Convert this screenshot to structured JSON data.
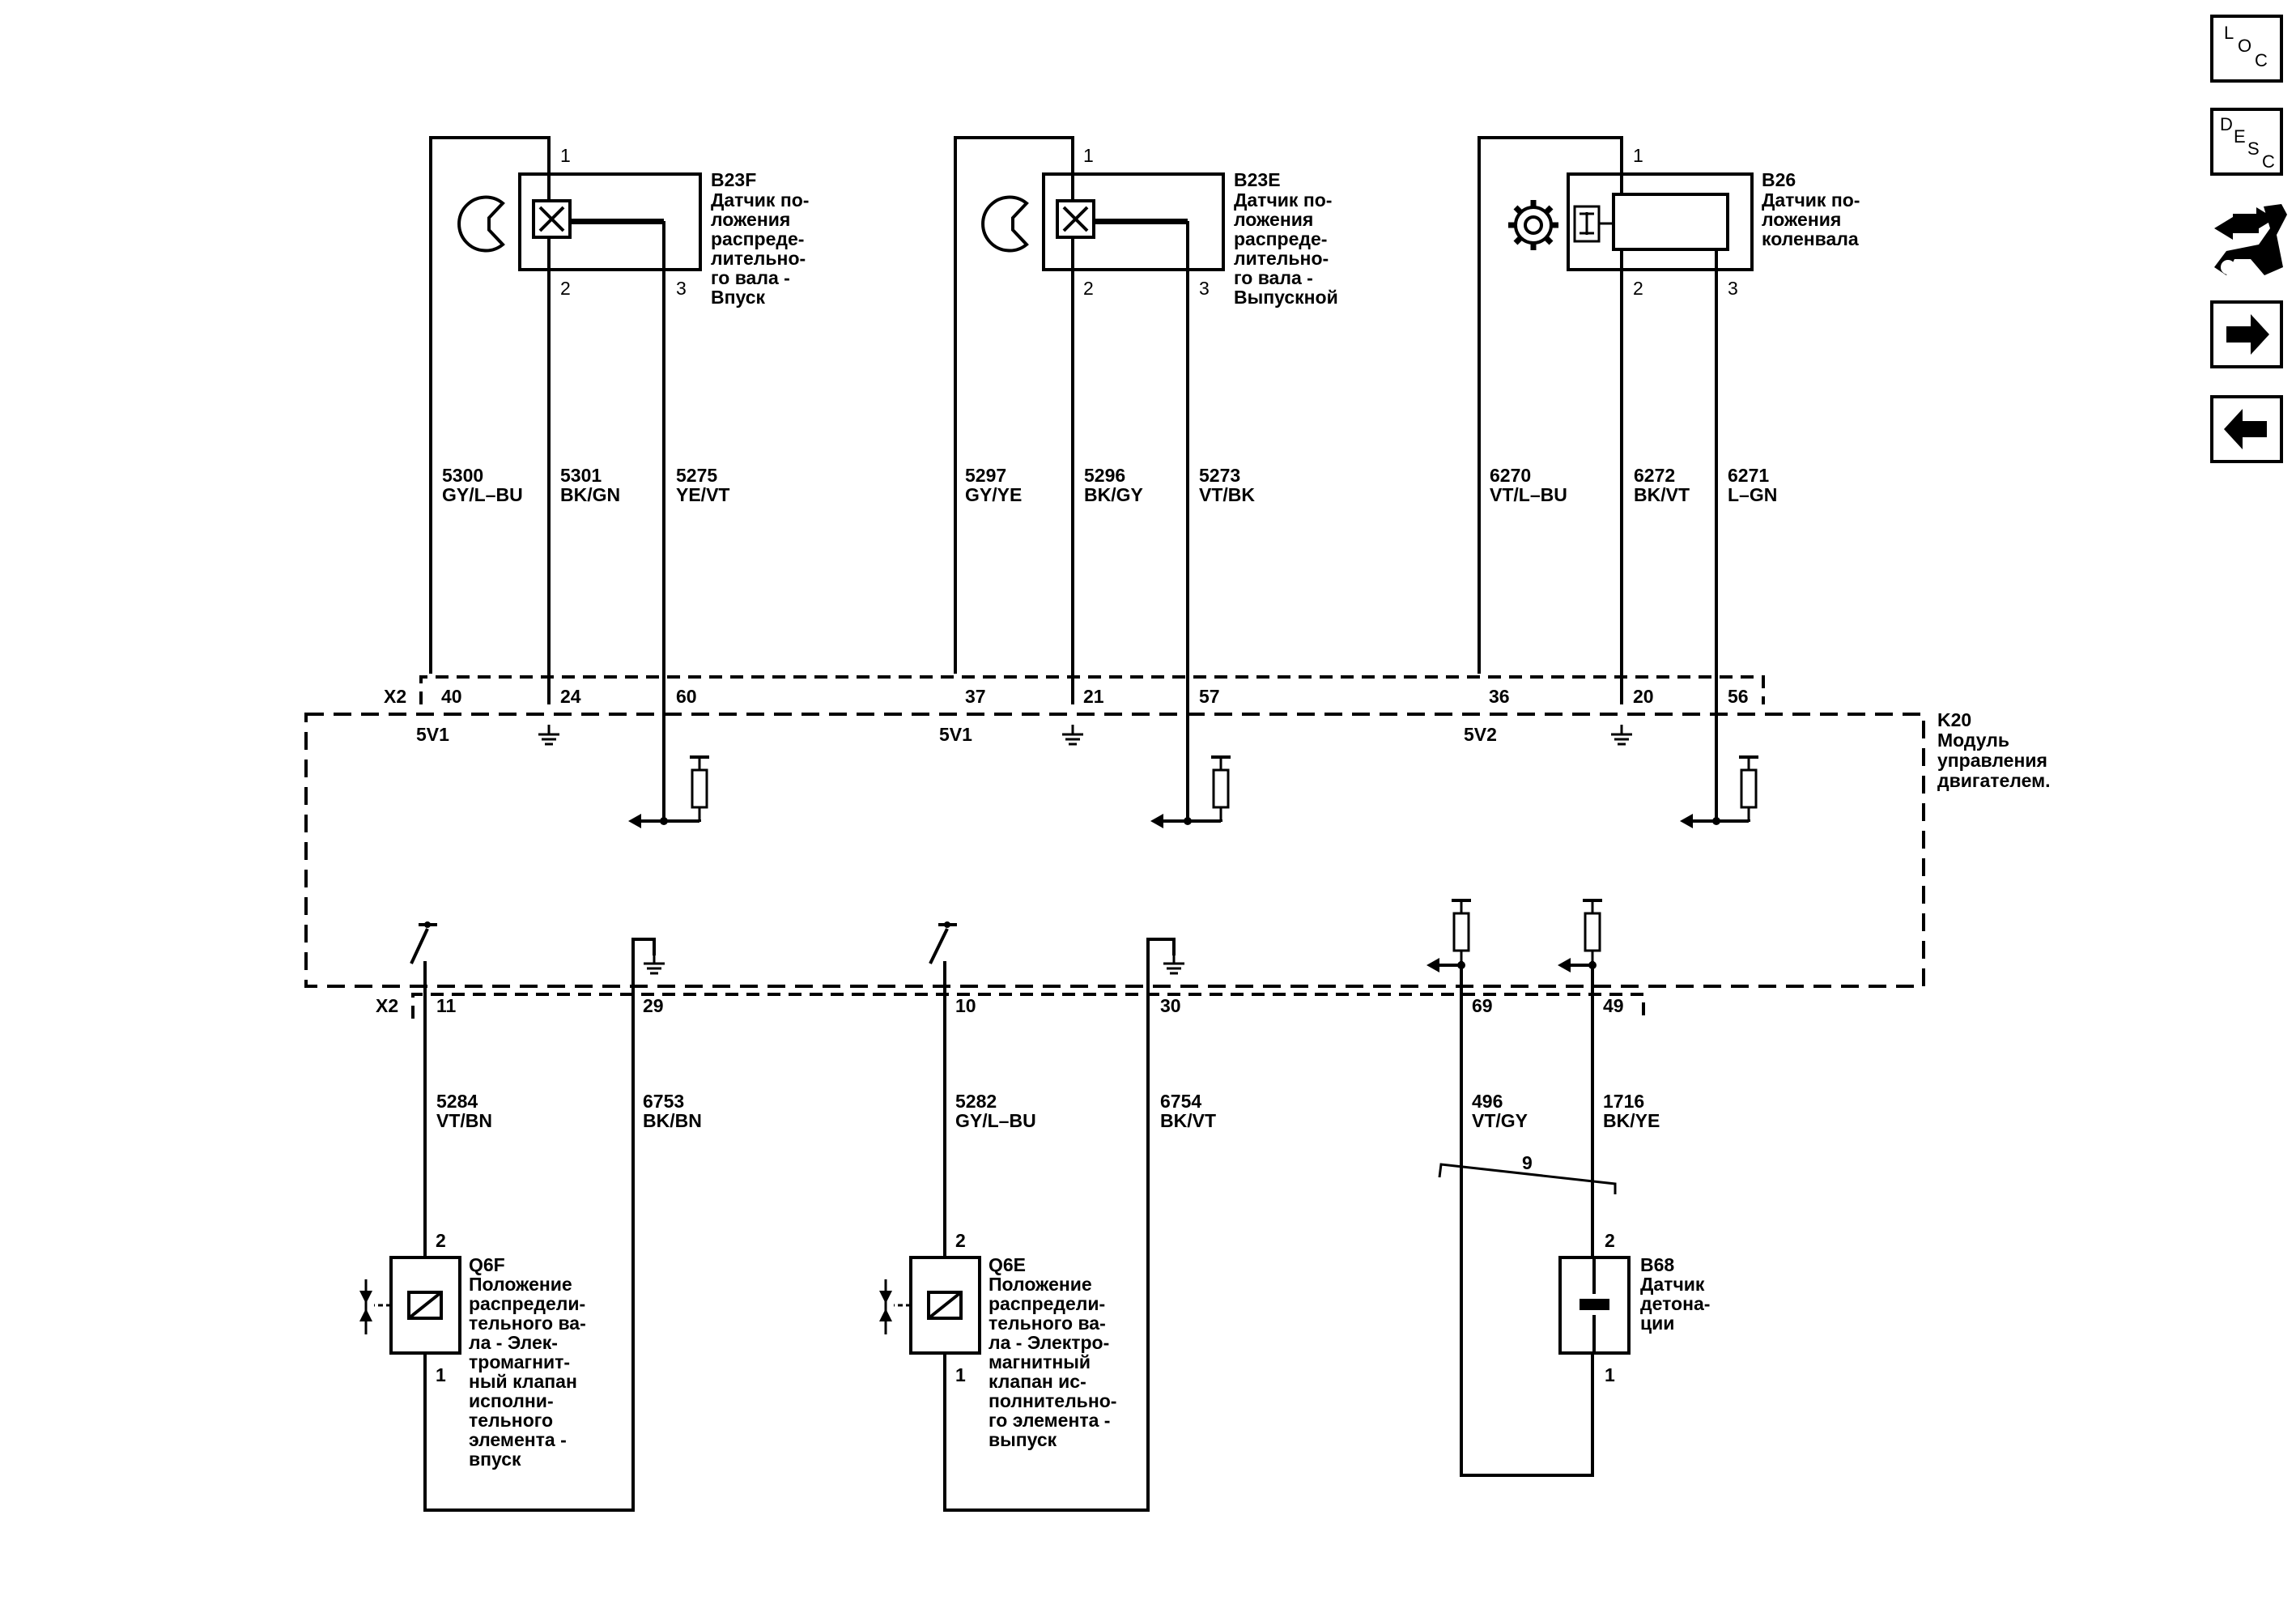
{
  "connectors": {
    "upper": {
      "name": "X2",
      "pins": [
        "40",
        "24",
        "60",
        "37",
        "21",
        "57",
        "36",
        "20",
        "56"
      ]
    },
    "lower": {
      "name": "X2",
      "pins": [
        "11",
        "29",
        "10",
        "30",
        "69",
        "49"
      ]
    }
  },
  "module": {
    "id": "K20",
    "lines": [
      "Модуль",
      "управления",
      "двигателем."
    ]
  },
  "supplies": [
    "5V1",
    "5V1",
    "5V2"
  ],
  "components": {
    "b23f": {
      "id": "B23F",
      "lines": [
        "Датчик по-",
        "ложения",
        "распреде-",
        "лительно-",
        "го вала -",
        "Впуск"
      ],
      "pins": [
        "1",
        "2",
        "3"
      ]
    },
    "b23e": {
      "id": "B23E",
      "lines": [
        "Датчик по-",
        "ложения",
        "распреде-",
        "лительно-",
        "го вала -",
        "Выпускной"
      ],
      "pins": [
        "1",
        "2",
        "3"
      ]
    },
    "b26": {
      "id": "B26",
      "lines": [
        "Датчик по-",
        "ложения",
        "коленвала"
      ],
      "pins": [
        "1",
        "2",
        "3"
      ]
    },
    "q6f": {
      "id": "Q6F",
      "lines": [
        "Положение",
        "распредели-",
        "тельного ва-",
        "ла - Элек-",
        "тромагнит-",
        "ный клапан",
        "исполни-",
        "тельного",
        "элемента -",
        "впуск"
      ],
      "pins": [
        "2",
        "1"
      ]
    },
    "q6e": {
      "id": "Q6E",
      "lines": [
        "Положение",
        "распредели-",
        "тельного ва-",
        "ла - Электро-",
        "магнитный",
        "клапан ис-",
        "полнительно-",
        "го элемента -",
        "выпуск"
      ],
      "pins": [
        "2",
        "1"
      ]
    },
    "b68": {
      "id": "B68",
      "lines": [
        "Датчик",
        "детона-",
        "ции"
      ],
      "pins": [
        "2",
        "1"
      ]
    }
  },
  "wires": [
    {
      "circuit": "5300",
      "color": "GY/L–BU"
    },
    {
      "circuit": "5301",
      "color": "BK/GN"
    },
    {
      "circuit": "5275",
      "color": "YE/VT"
    },
    {
      "circuit": "5297",
      "color": "GY/YE"
    },
    {
      "circuit": "5296",
      "color": "BK/GY"
    },
    {
      "circuit": "5273",
      "color": "VT/BK"
    },
    {
      "circuit": "6270",
      "color": "VT/L–BU"
    },
    {
      "circuit": "6272",
      "color": "BK/VT"
    },
    {
      "circuit": "6271",
      "color": "L–GN"
    },
    {
      "circuit": "5284",
      "color": "VT/BN"
    },
    {
      "circuit": "6753",
      "color": "BK/BN"
    },
    {
      "circuit": "5282",
      "color": "GY/L–BU"
    },
    {
      "circuit": "6754",
      "color": "BK/VT"
    },
    {
      "circuit": "496",
      "color": "VT/GY"
    },
    {
      "circuit": "1716",
      "color": "BK/YE"
    }
  ],
  "twist_label": "9",
  "nav": {
    "loc": [
      "L",
      "O",
      "C"
    ],
    "desc": [
      "D",
      "E",
      "S",
      "C"
    ],
    "icons": [
      "diagnostic-tool-icon",
      "arrow-right-icon",
      "arrow-left-icon"
    ]
  }
}
